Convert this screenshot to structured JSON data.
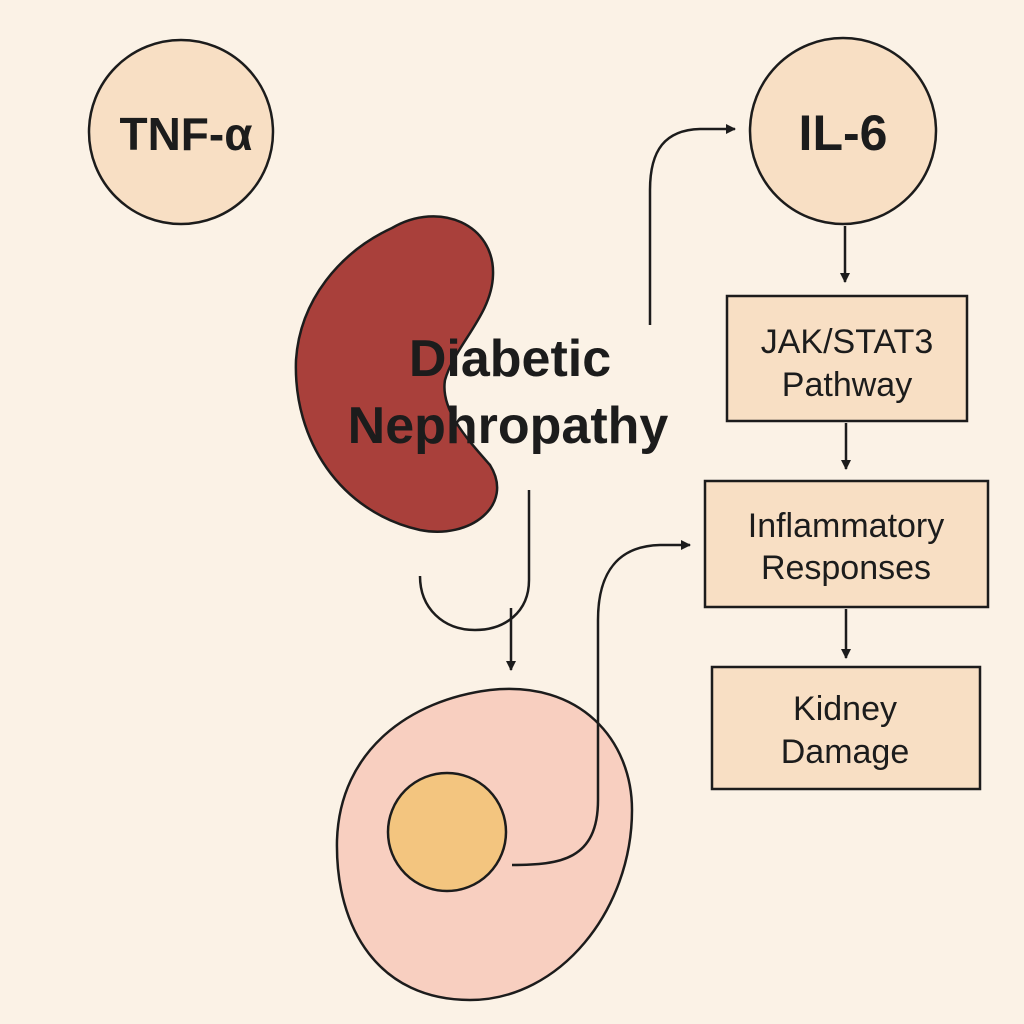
{
  "colors": {
    "background": "#FBF2E6",
    "node_fill": "#F8DFC4",
    "box_fill": "#F8DFC4",
    "kidney_fill": "#A9403B",
    "cell_fill": "#F8CFC0",
    "nucleus_fill": "#F3C57F",
    "stroke": "#1C1C1C"
  },
  "nodes": {
    "tnf": {
      "label": "TNF-α"
    },
    "il6": {
      "label": "IL-6"
    },
    "kidney": {
      "line1": "Diabetic",
      "line2": "Nephropathy"
    },
    "jak_stat3": {
      "line1": "JAK/STAT3",
      "line2": "Pathway"
    },
    "inflammatory": {
      "line1": "Inflammatory",
      "line2": "Responses"
    },
    "kidney_damage": {
      "line1": "Kidney",
      "line2": "Damage"
    }
  },
  "icons": {
    "kidney": "kidney-icon",
    "cell": "cell-icon",
    "nucleus": "nucleus-icon"
  }
}
